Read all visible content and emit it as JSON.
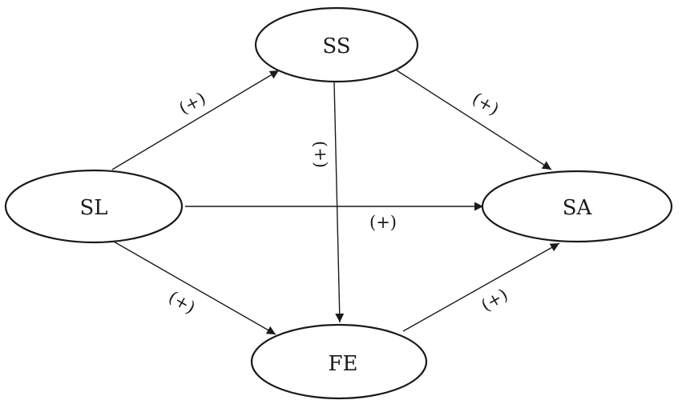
{
  "nodes": {
    "ss": {
      "label": "SS"
    },
    "sl": {
      "label": "SL"
    },
    "sa": {
      "label": "SA"
    },
    "fe": {
      "label": "FE"
    }
  },
  "edges": {
    "sl_ss": {
      "label": "(+)"
    },
    "ss_sa": {
      "label": "(+)"
    },
    "ss_fe": {
      "label": "(+)"
    },
    "sl_sa": {
      "label": "(+)"
    },
    "sl_fe": {
      "label": "(+)"
    },
    "fe_sa": {
      "label": "(+)"
    }
  }
}
